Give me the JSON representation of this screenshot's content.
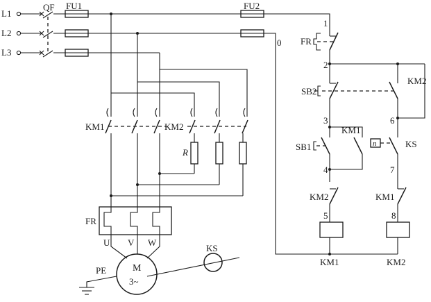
{
  "lines": {
    "l1": "L1",
    "l2": "L2",
    "l3": "L3"
  },
  "breaker": "QF",
  "fuses": {
    "main": "FU1",
    "control": "FU2"
  },
  "contactors": {
    "km1": "KM1",
    "km2": "KM2"
  },
  "resistor": "R",
  "thermal_relay": "FR",
  "motor": {
    "phases": [
      "U",
      "V",
      "W"
    ],
    "name": "M",
    "type": "3~",
    "ground": "PE"
  },
  "speed_relay": {
    "name": "KS",
    "contact_symbol": "n"
  },
  "buttons": {
    "stop": "SB2",
    "start": "SB1"
  },
  "nodes": [
    "0",
    "1",
    "2",
    "3",
    "4",
    "5",
    "6",
    "7",
    "8"
  ],
  "coils": {
    "left": "KM1",
    "right": "KM2"
  }
}
